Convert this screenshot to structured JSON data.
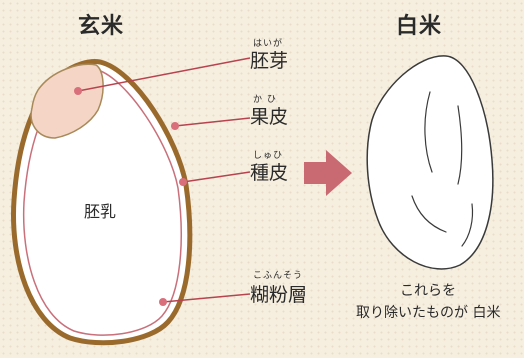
{
  "brown_rice": {
    "title": "玄米",
    "parts": {
      "embryo": {
        "label": "胚芽",
        "ruby": "はいが"
      },
      "pericarp": {
        "label": "果皮",
        "ruby": "か ひ"
      },
      "seed_coat": {
        "label": "種皮",
        "ruby": "しゅひ"
      },
      "aleurone": {
        "label": "糊粉層",
        "ruby": "こふんそう"
      },
      "endosperm": {
        "label": "胚乳"
      }
    }
  },
  "white_rice": {
    "title": "白米",
    "caption_line1": "これらを",
    "caption_line2": "取り除いたものが 白米"
  },
  "colors": {
    "background": "#f6efe0",
    "husk_outline": "#9a6a2c",
    "leader_line": "#b7434f",
    "embryo_fill": "#f5d6c6",
    "arrow": "#c96a72",
    "grain_fill": "#ffffff"
  }
}
